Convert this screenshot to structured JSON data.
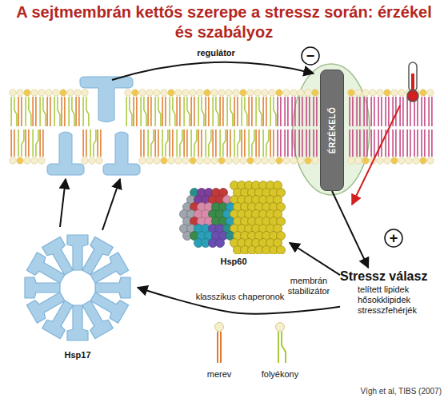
{
  "diagram": {
    "title": "A sejtmembrán kettős szerepe a stressz során: érzékel és szabályoz",
    "caption": "Vígh et al, TIBS (2007)",
    "nodes": [
      {
        "text": [
          "ÉRZÉKELŐ"
        ]
      },
      {
        "text": [
          "Stressz válasz",
          "telített lipidek hősokklipidek stresszfehérjék"
        ]
      },
      {
        "text": [
          "Hsp60"
        ]
      },
      {
        "text": [
          "Hsp17"
        ]
      }
    ],
    "edges": [
      {
        "from": 0,
        "to": 1,
        "arrow": "to"
      },
      {
        "from": 1,
        "to": 2,
        "arrow": "to",
        "label": "membrán stabilizátor"
      },
      {
        "from": 1,
        "to": 3,
        "arrow": "to",
        "label": "klasszikus chaperonok"
      }
    ],
    "labels": [
      "regulátor",
      "−",
      "+"
    ],
    "legend": [
      {
        "text": "merev"
      },
      {
        "text": "folyékony"
      }
    ]
  }
}
